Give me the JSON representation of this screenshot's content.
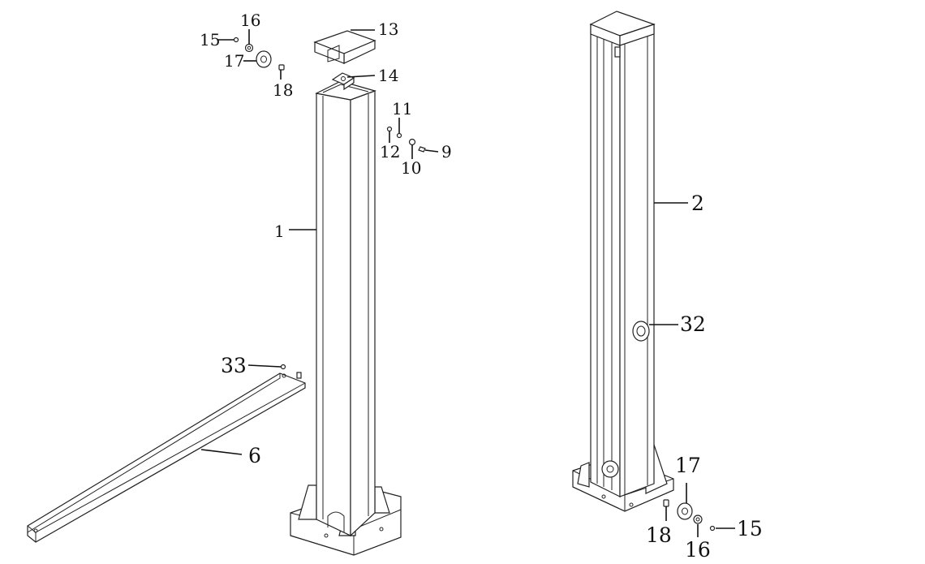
{
  "diagram": {
    "callouts_left": {
      "c1": "1",
      "c6": "6",
      "c9": "9",
      "c10": "10",
      "c11": "11",
      "c12": "12",
      "c13": "13",
      "c14": "14",
      "c15": "15",
      "c16": "16",
      "c17": "17",
      "c18": "18",
      "c33": "33"
    },
    "callouts_right": {
      "c2": "2",
      "c32": "32",
      "c17": "17",
      "c18": "18",
      "c16": "16",
      "c15": "15"
    }
  }
}
